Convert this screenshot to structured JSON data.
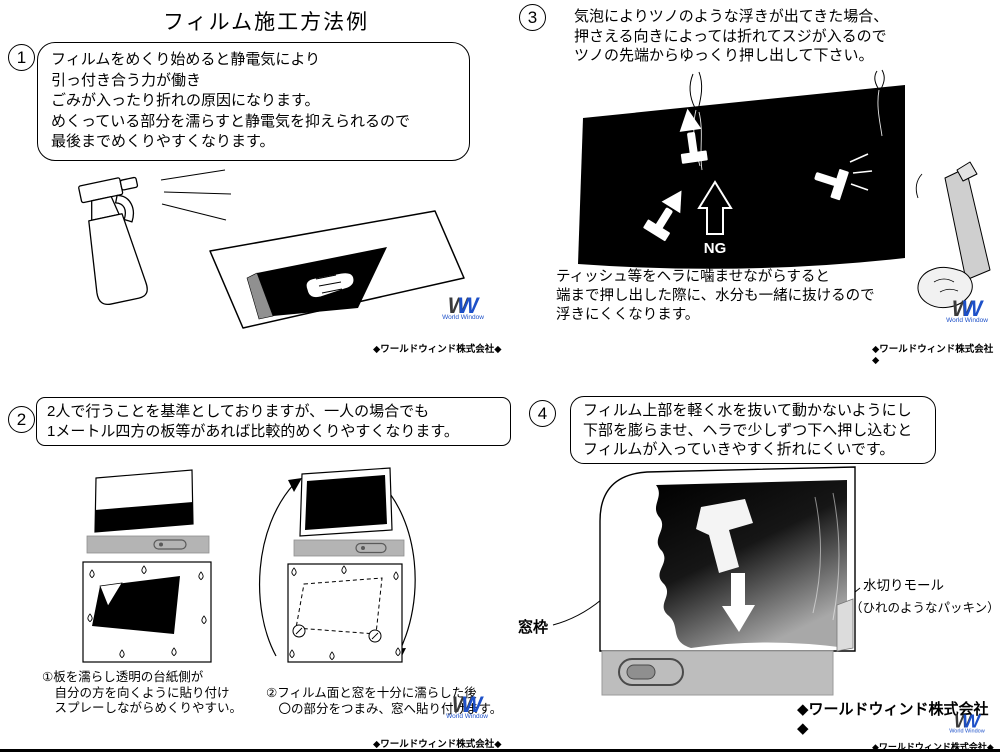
{
  "title": "フィルム施工方法例",
  "company": "◆ワールドウィンド株式会社◆",
  "logo": {
    "w": "W",
    "caption": "World Window"
  },
  "step1": {
    "num": "1",
    "bubble": "フィルムをめくり始めると静電気により\n引っ付き合う力が働き\nごみが入ったり折れの原因になります。\nめくっている部分を濡らすと静電気を抑えられるので\n最後までめくりやすくなります。"
  },
  "step2": {
    "num": "2",
    "box": "2人で行うことを基準としておりますが、一人の場合でも\n1メートル四方の板等があれば比較的めくりやすくなります。",
    "caption1": "①板を濡らし透明の台紙側が\n　自分の方を向くように貼り付け\n　スプレーしながらめくりやすい。",
    "caption2": "②フィルム面と窓を十分に濡らした後\n　〇の部分をつまみ、窓へ貼り付けます。"
  },
  "step3": {
    "num": "3",
    "text": "気泡によりツノのような浮きが出てきた場合、\n押さえる向きによっては折れてスジが入るので\nツノの先端からゆっくり押し出して下さい。",
    "ng": "NG",
    "note": "ティッシュ等をヘラに噛ませながらすると\n端まで押し出した際に、水分も一緒に抜けるので\n浮きにくくなります。"
  },
  "step4": {
    "num": "4",
    "box": "フィルム上部を軽く水を抜いて動かないようにし\n下部を膨らませ、ヘラで少しずつ下へ押し込むと\nフィルムが入っていきやすく折れにくいです。",
    "label_window_frame": "窓枠",
    "label_molding": "水切りモール",
    "label_molding_sub": "（ひれのようなパッキン）"
  }
}
